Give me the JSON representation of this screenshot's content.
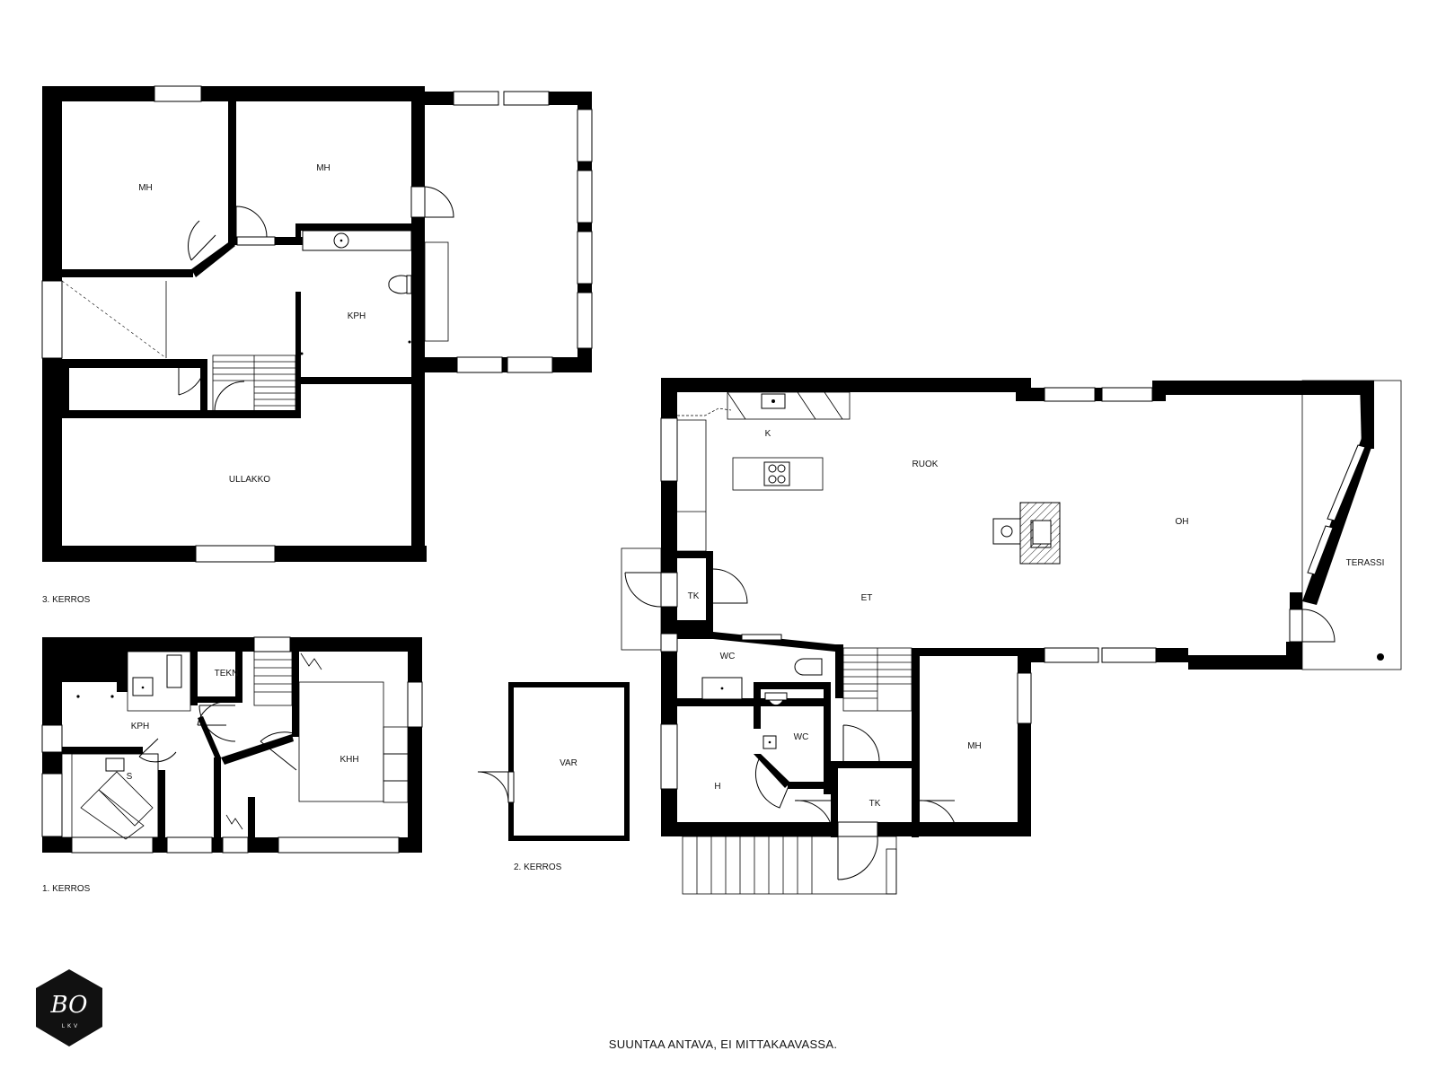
{
  "floors": {
    "third": {
      "label": "3. KERROS",
      "rooms": [
        "MH",
        "MH",
        "KPH",
        "ULLAKKO"
      ]
    },
    "first": {
      "label": "1. KERROS",
      "rooms": [
        "TEKN",
        "KPH",
        "S",
        "KHH"
      ]
    },
    "second_small": {
      "label": "2. KERROS",
      "rooms": [
        "VAR"
      ]
    },
    "second_main": {
      "rooms": [
        "K",
        "RUOK",
        "OH",
        "TERASSI",
        "TK",
        "ET",
        "WC",
        "WC",
        "H",
        "TK",
        "MH"
      ]
    }
  },
  "footer": {
    "note": "SUUNTAA ANTAVA, EI MITTAKAAVASSA."
  },
  "logo": {
    "mark": "BO",
    "sub": "LKV"
  }
}
